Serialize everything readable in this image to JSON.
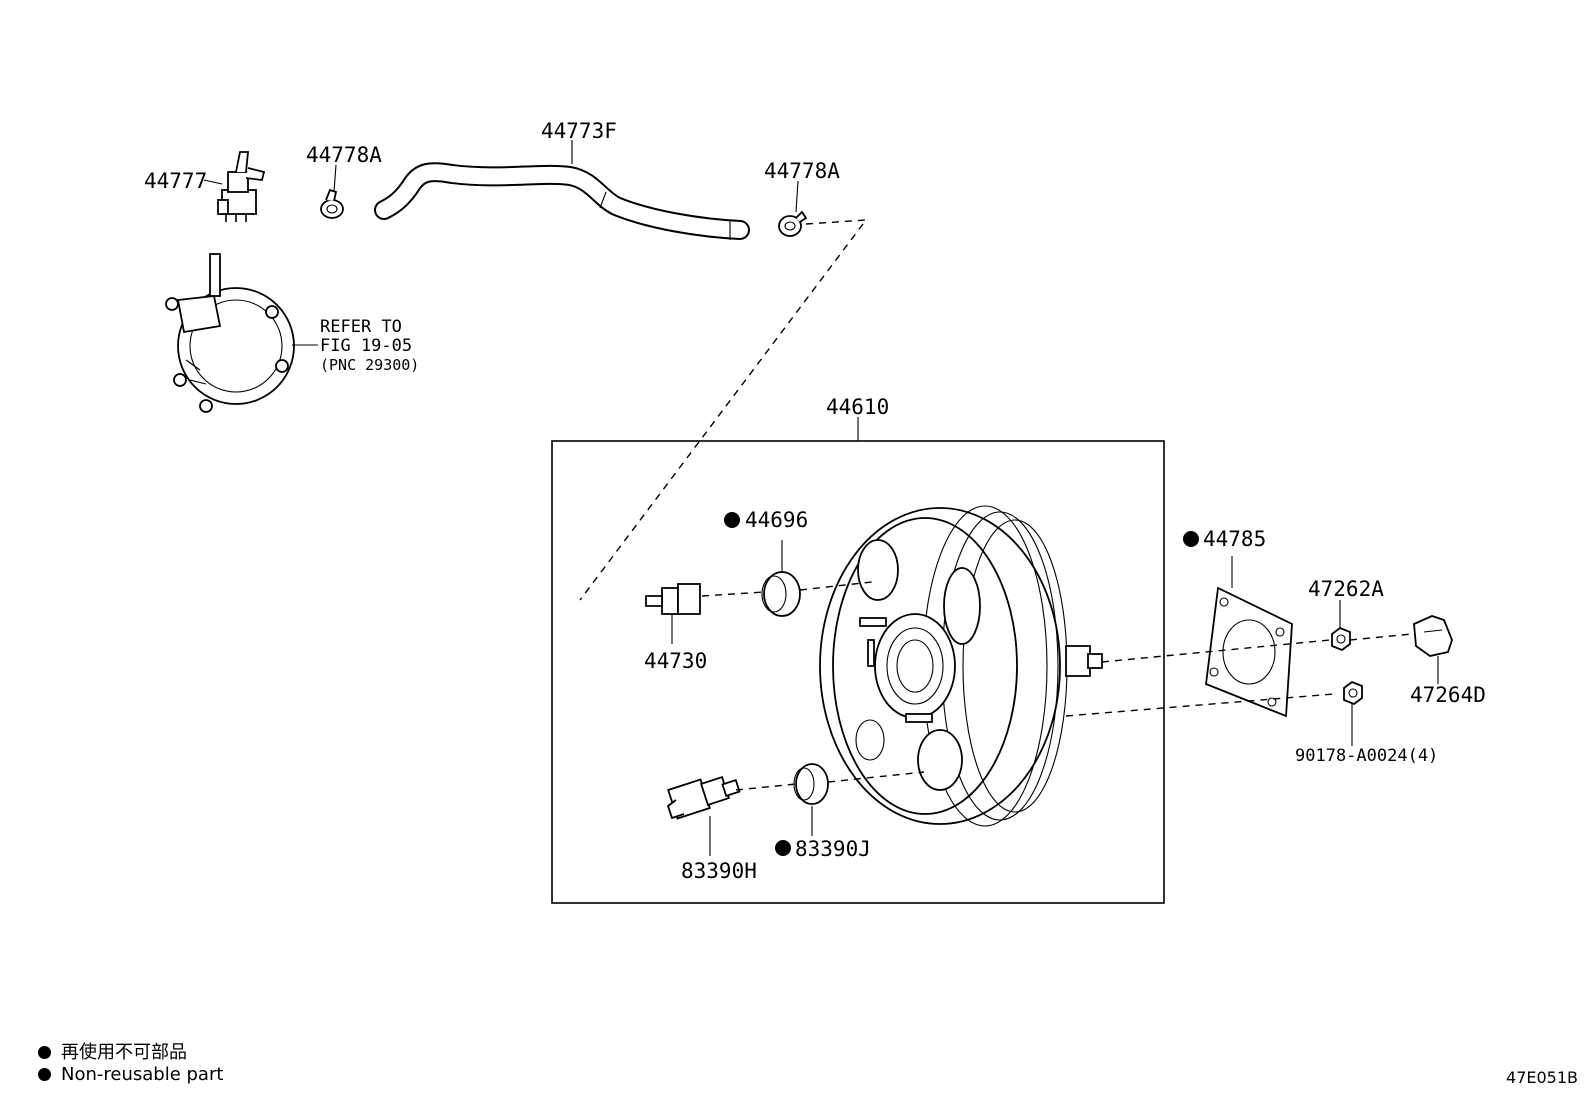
{
  "parts": {
    "p44777": "44777",
    "p44778a_left": "44778A",
    "p44773f": "44773F",
    "p44778a_right": "44778A",
    "p44610": "44610",
    "p44696": "44696",
    "p44730": "44730",
    "p44785": "44785",
    "p47262a": "47262A",
    "p47264d": "47264D",
    "p90178": "90178-A0024(4)",
    "p83390h": "83390H",
    "p83390j": "83390J"
  },
  "refer": {
    "line1": "REFER TO",
    "line2": "FIG 19-05",
    "line3": "(PNC 29300)"
  },
  "legend": {
    "item1": "再使用不可部品",
    "item2": "Non-reusable part"
  },
  "figure_code": "47E051B"
}
